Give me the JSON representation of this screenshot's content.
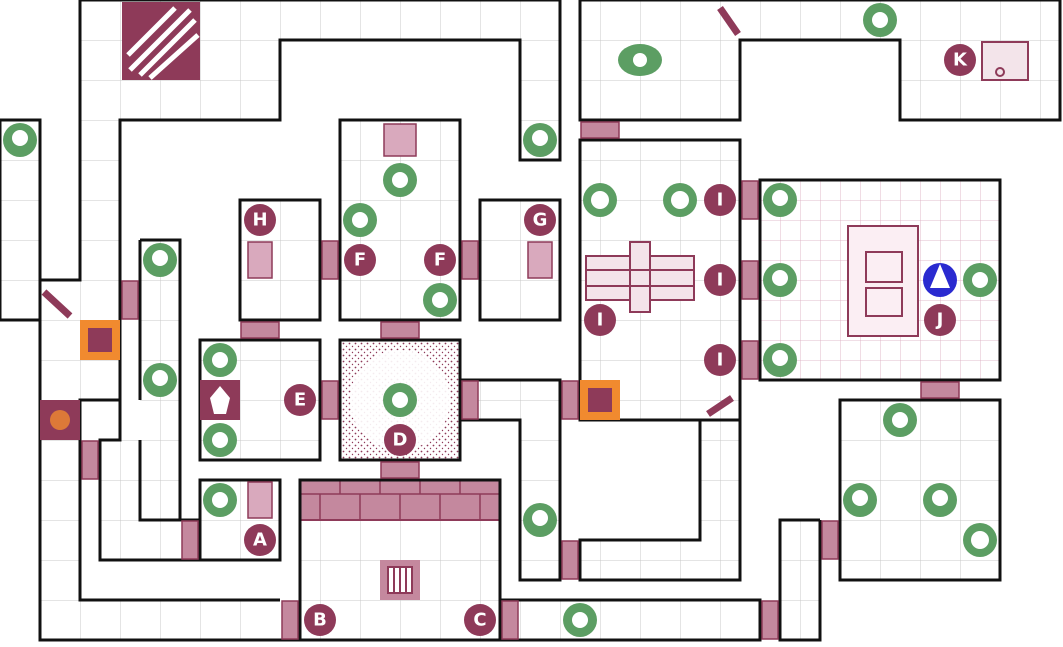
{
  "map_title": "",
  "colors": {
    "wall": "#111111",
    "grid": "#c9c9c9",
    "maroon": "#8e3a59",
    "green": "#5c9e63",
    "orange": "#f18a2f",
    "blue": "#2a2ad0",
    "floor": "#ffffff"
  },
  "markers": {
    "A": "A",
    "B": "B",
    "C": "C",
    "D": "D",
    "E": "E",
    "F": "F",
    "G": "G",
    "H": "H",
    "I": "I",
    "J": "J",
    "K": "K"
  },
  "icons": {
    "monster": "skull-icon",
    "goblin": "goblin-icon",
    "orc": "orc-icon",
    "fimir": "fimir-icon",
    "gargoyle": "gargoyle-icon",
    "sorcerer": "chaos-sorcerer-icon",
    "trap": "trap-icon",
    "stairs": "stairs-icon",
    "door": "door-icon",
    "secret_door": "secret-door-icon",
    "chest": "chest-icon",
    "bookcase": "bookcase-icon",
    "cupboard": "cupboard-icon",
    "throne": "throne-icon",
    "rack": "rack-icon",
    "crystal": "crystal-icon",
    "rubble": "rubble-icon",
    "fireplace": "fireplace-icon"
  }
}
